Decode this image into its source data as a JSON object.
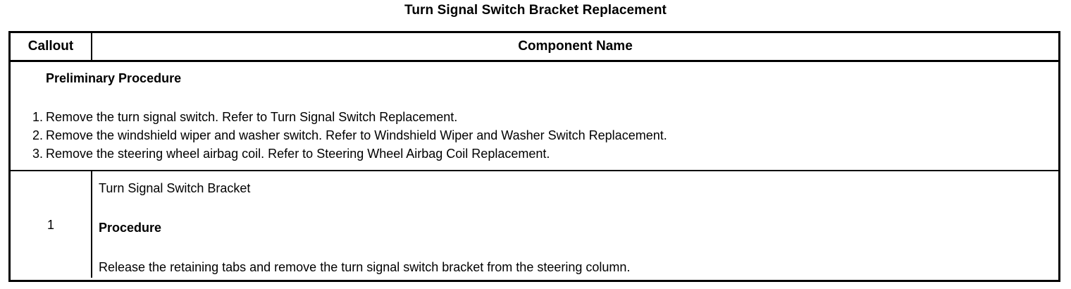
{
  "document": {
    "title": "Turn Signal Switch Bracket Replacement"
  },
  "table": {
    "headers": {
      "callout": "Callout",
      "component_name": "Component Name"
    },
    "preliminary": {
      "heading": "Preliminary Procedure",
      "steps": [
        {
          "number": "1.",
          "text": "Remove the turn signal switch. Refer to Turn Signal Switch Replacement."
        },
        {
          "number": "2.",
          "text": "Remove the windshield wiper and washer switch. Refer to Windshield Wiper and Washer Switch Replacement."
        },
        {
          "number": "3.",
          "text": "Remove the steering wheel airbag coil. Refer to Steering Wheel Airbag Coil Replacement."
        }
      ]
    },
    "rows": [
      {
        "callout": "1",
        "component_name": "Turn Signal Switch Bracket",
        "procedure_heading": "Procedure",
        "procedure_text": "Release the retaining tabs and remove the turn signal switch bracket from the steering column."
      }
    ]
  },
  "colors": {
    "background": "#ffffff",
    "text": "#000000",
    "border": "#000000"
  }
}
